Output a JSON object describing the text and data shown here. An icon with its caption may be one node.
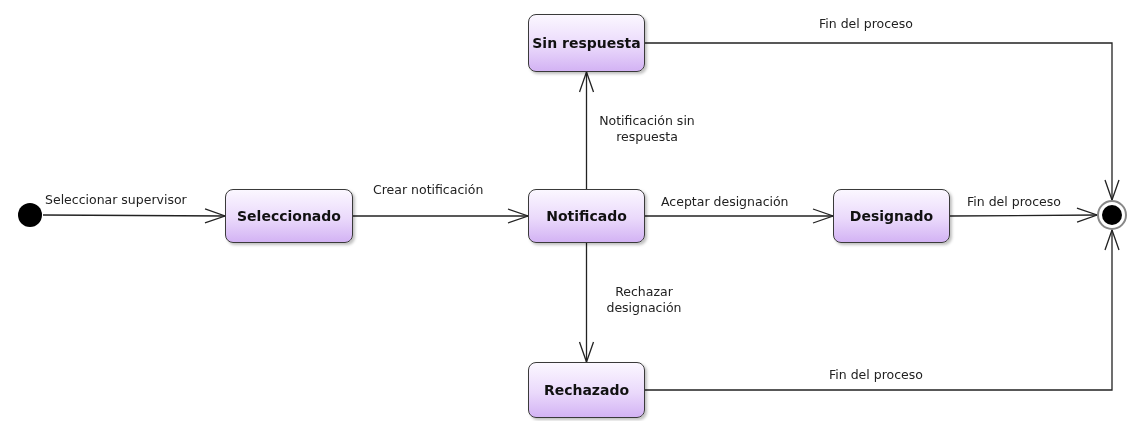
{
  "diagram": {
    "nodes": [
      {
        "text": [],
        "shape": "circle"
      },
      {
        "text": [
          "Seleccionado"
        ]
      },
      {
        "text": [
          "Notificado"
        ]
      },
      {
        "text": [
          "Sin respuesta"
        ]
      },
      {
        "text": [
          "Designado"
        ]
      },
      {
        "text": [
          "Rechazado"
        ]
      },
      {
        "text": [],
        "shape": "circle"
      }
    ],
    "edges": [
      {
        "from": 0,
        "to": 1,
        "arrow": "to",
        "label": "Seleccionar supervisor"
      },
      {
        "from": 1,
        "to": 2,
        "arrow": "to",
        "label": "Crear notificación"
      },
      {
        "from": 2,
        "to": 3,
        "arrow": "to",
        "label": "Notificación sin respuesta"
      },
      {
        "from": 2,
        "to": 4,
        "arrow": "to",
        "label": "Aceptar designación"
      },
      {
        "from": 2,
        "to": 5,
        "arrow": "to",
        "label": "Rechazar designación"
      },
      {
        "from": 4,
        "to": 6,
        "arrow": "to",
        "label": "Fin del proceso"
      },
      {
        "from": 3,
        "to": 6,
        "arrow": "to",
        "label": "Fin del proceso"
      },
      {
        "from": 5,
        "to": 6,
        "arrow": "to",
        "label": "Fin del proceso"
      }
    ]
  }
}
